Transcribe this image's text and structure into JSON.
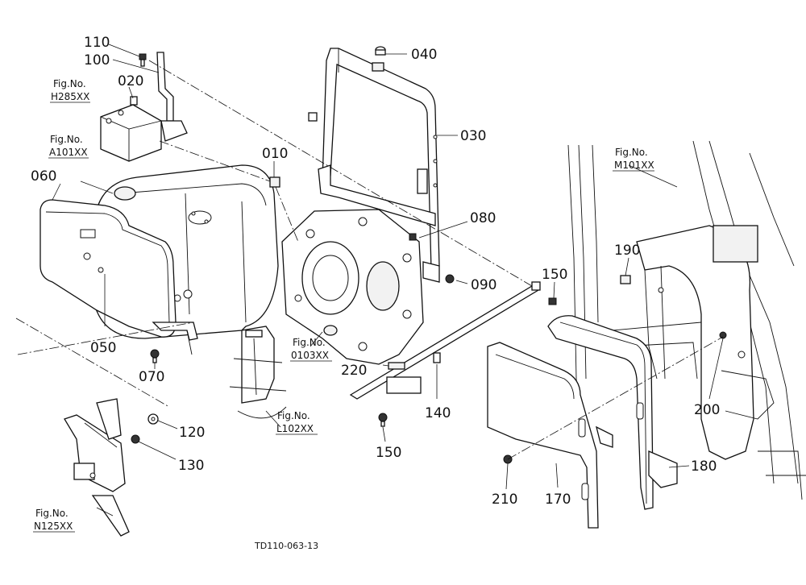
{
  "part_numbers": {
    "p110": "110",
    "p100": "100",
    "p020": "020",
    "p040": "040",
    "p030": "030",
    "p010": "010",
    "p060": "060",
    "p080": "080",
    "p150a": "150",
    "p190": "190",
    "p090": "090",
    "p050": "050",
    "p070": "070",
    "p220": "220",
    "p140": "140",
    "p200": "200",
    "p120": "120",
    "p130": "130",
    "p150b": "150",
    "p180": "180",
    "p210": "210",
    "p170": "170"
  },
  "figure_refs": {
    "h285": {
      "line1": "Fig.No.",
      "line2": "H285XX"
    },
    "a101": {
      "line1": "Fig.No.",
      "line2": "A101XX"
    },
    "m101": {
      "line1": "Fig.No.",
      "line2": "M101XX"
    },
    "o103": {
      "line1": "Fig.No.",
      "line2": "0103XX"
    },
    "l102": {
      "line1": "Fig.No.",
      "line2": "L102XX"
    },
    "n125": {
      "line1": "Fig.No.",
      "line2": "N125XX"
    }
  },
  "drawing_code": "TD110-063-13"
}
